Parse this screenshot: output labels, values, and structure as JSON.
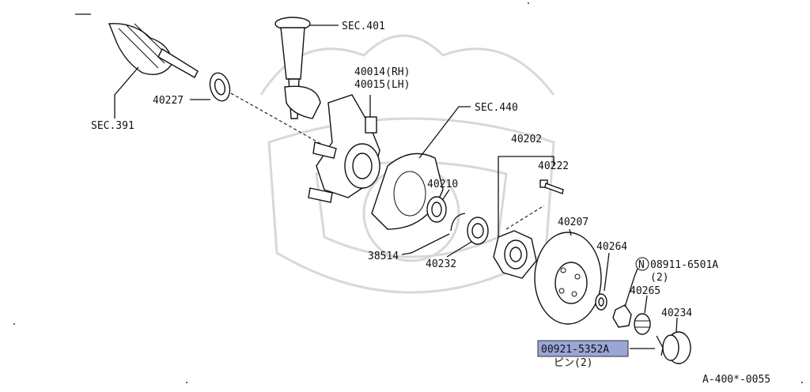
{
  "diagram": {
    "labels": {
      "sec401": "SEC.401",
      "sec391": "SEC.391",
      "sec440": "SEC.440",
      "p40014": "40014(RH)",
      "p40015": "40015(LH)",
      "p40227": "40227",
      "p40202": "40202",
      "p40222": "40222",
      "p40210": "40210",
      "p40207": "40207",
      "p40264": "40264",
      "p38514": "38514",
      "p40232": "40232",
      "p08911": "08911-6501A",
      "p08911_qty": "(2)",
      "p08911_prefix": "N",
      "p40265": "40265",
      "p40234": "40234",
      "p00921": "00921-5352A",
      "pin_text": "ピン(2)",
      "figure_code": "A-400*-0055"
    },
    "highlight_color": "#9aa6d6"
  }
}
